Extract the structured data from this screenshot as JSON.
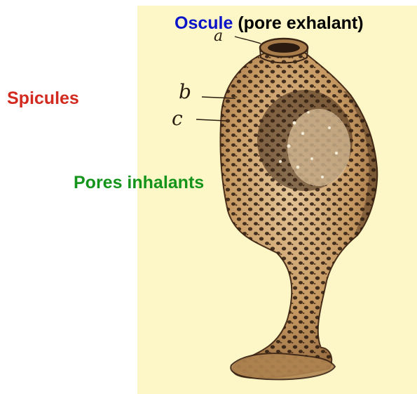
{
  "labels": {
    "oscule_word": "Oscule",
    "oscule_suffix": " (pore exhalant)",
    "spicules": "Spicules",
    "pores_inhalants": "Pores inhalants"
  },
  "figure_letters": {
    "a": "a",
    "b": "b",
    "c": "c"
  },
  "colors": {
    "background": "#fdf7c7",
    "sponge_body": "#c79a63",
    "sponge_spots": "#2b1a0f",
    "oscule_label": "#0a14c8",
    "spicules_label": "#d22a1f",
    "pores_label": "#14941a"
  }
}
